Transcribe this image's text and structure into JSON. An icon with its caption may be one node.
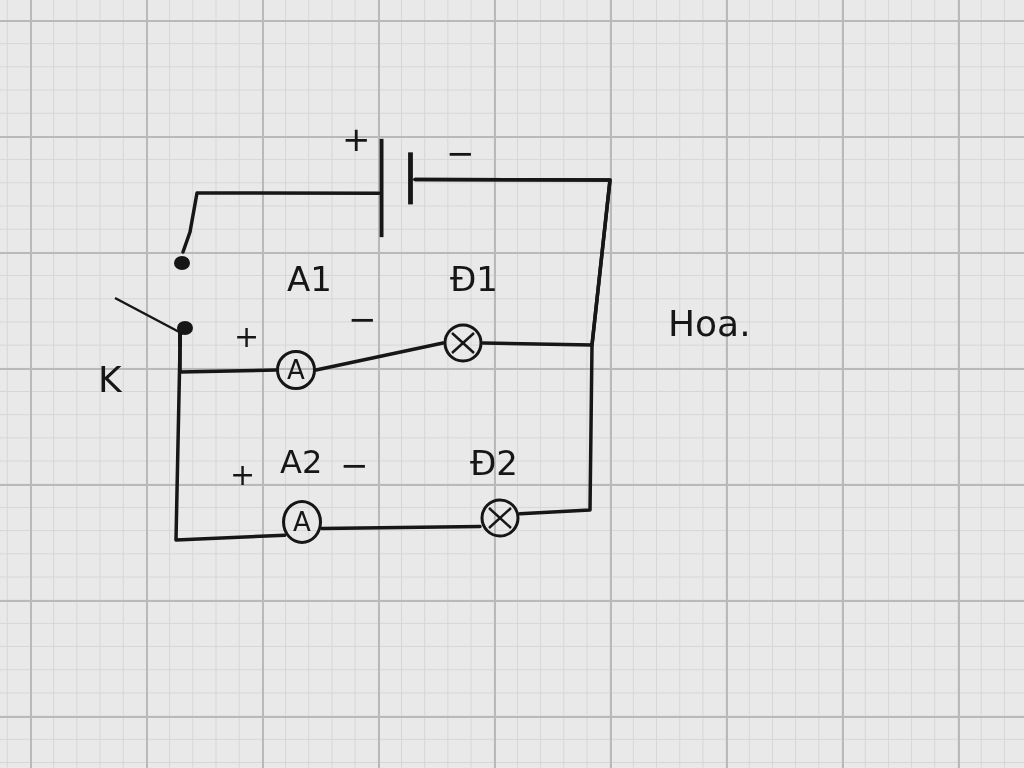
{
  "diagram": {
    "nodes": [
      {
        "text": [],
        "shape": "battery",
        "beside": [
          "+",
          "−"
        ]
      },
      {
        "text": [],
        "shape": "switch",
        "beside": [
          "K"
        ]
      },
      {
        "text": [
          "A"
        ],
        "beside": [
          "A1",
          "+",
          "−"
        ]
      },
      {
        "text": [],
        "shape": "lamp",
        "beside": [
          "Đ1"
        ]
      },
      {
        "text": [
          "A"
        ],
        "beside": [
          "A2",
          "+",
          "−"
        ]
      },
      {
        "text": [],
        "shape": "lamp",
        "beside": [
          "Đ2"
        ]
      }
    ],
    "edges": [
      {
        "from": 0,
        "to": 1,
        "arrow": "none"
      },
      {
        "from": 1,
        "to": 2,
        "arrow": "none"
      },
      {
        "from": 1,
        "to": 4,
        "arrow": "none"
      },
      {
        "from": 2,
        "to": 3,
        "arrow": "none"
      },
      {
        "from": 4,
        "to": 5,
        "arrow": "none"
      },
      {
        "from": 3,
        "to": 0,
        "arrow": "none"
      },
      {
        "from": 5,
        "to": 0,
        "arrow": "none"
      }
    ],
    "labels": [
      "Hoa."
    ]
  }
}
